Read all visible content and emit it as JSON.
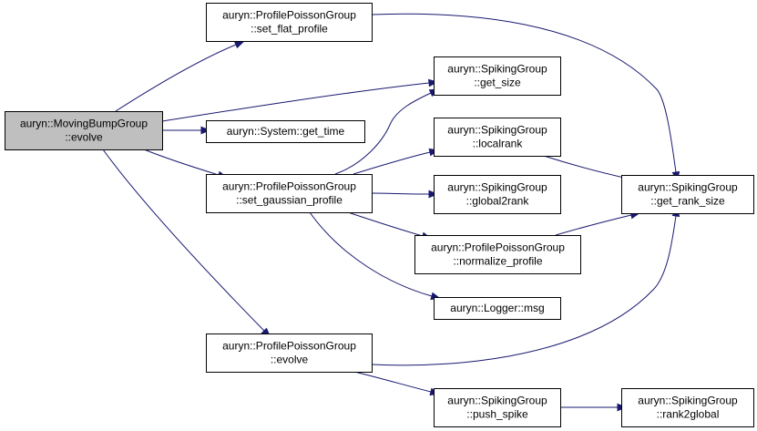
{
  "colors": {
    "edge": "#191970",
    "root_fill": "#bfbfbf",
    "node_fill": "#ffffff",
    "border": "#000000"
  },
  "nodes": [
    {
      "id": "evolve_root",
      "lines": [
        "auryn::MovingBumpGroup",
        "::evolve"
      ],
      "root": true
    },
    {
      "id": "set_flat_profile",
      "lines": [
        "auryn::ProfilePoissonGroup",
        "::set_flat_profile"
      ]
    },
    {
      "id": "get_size",
      "lines": [
        "auryn::SpikingGroup",
        "::get_size"
      ]
    },
    {
      "id": "get_time",
      "lines": [
        "auryn::System::get_time"
      ]
    },
    {
      "id": "set_gaussian_profile",
      "lines": [
        "auryn::ProfilePoissonGroup",
        "::set_gaussian_profile"
      ]
    },
    {
      "id": "localrank",
      "lines": [
        "auryn::SpikingGroup",
        "::localrank"
      ]
    },
    {
      "id": "global2rank",
      "lines": [
        "auryn::SpikingGroup",
        "::global2rank"
      ]
    },
    {
      "id": "get_rank_size",
      "lines": [
        "auryn::SpikingGroup",
        "::get_rank_size"
      ]
    },
    {
      "id": "normalize_profile",
      "lines": [
        "auryn::ProfilePoissonGroup",
        "::normalize_profile"
      ]
    },
    {
      "id": "msg",
      "lines": [
        "auryn::Logger::msg"
      ]
    },
    {
      "id": "ppg_evolve",
      "lines": [
        "auryn::ProfilePoissonGroup",
        "::evolve"
      ]
    },
    {
      "id": "push_spike",
      "lines": [
        "auryn::SpikingGroup",
        "::push_spike"
      ]
    },
    {
      "id": "rank2global",
      "lines": [
        "auryn::SpikingGroup",
        "::rank2global"
      ]
    }
  ],
  "edges": [
    {
      "from": "evolve_root",
      "to": "set_flat_profile"
    },
    {
      "from": "evolve_root",
      "to": "get_size"
    },
    {
      "from": "evolve_root",
      "to": "get_time"
    },
    {
      "from": "evolve_root",
      "to": "set_gaussian_profile"
    },
    {
      "from": "evolve_root",
      "to": "ppg_evolve"
    },
    {
      "from": "set_flat_profile",
      "to": "get_rank_size"
    },
    {
      "from": "set_gaussian_profile",
      "to": "get_size"
    },
    {
      "from": "set_gaussian_profile",
      "to": "localrank"
    },
    {
      "from": "set_gaussian_profile",
      "to": "global2rank"
    },
    {
      "from": "set_gaussian_profile",
      "to": "normalize_profile"
    },
    {
      "from": "set_gaussian_profile",
      "to": "msg"
    },
    {
      "from": "localrank",
      "to": "get_rank_size"
    },
    {
      "from": "normalize_profile",
      "to": "get_rank_size"
    },
    {
      "from": "ppg_evolve",
      "to": "get_rank_size"
    },
    {
      "from": "ppg_evolve",
      "to": "push_spike"
    },
    {
      "from": "push_spike",
      "to": "rank2global"
    }
  ]
}
